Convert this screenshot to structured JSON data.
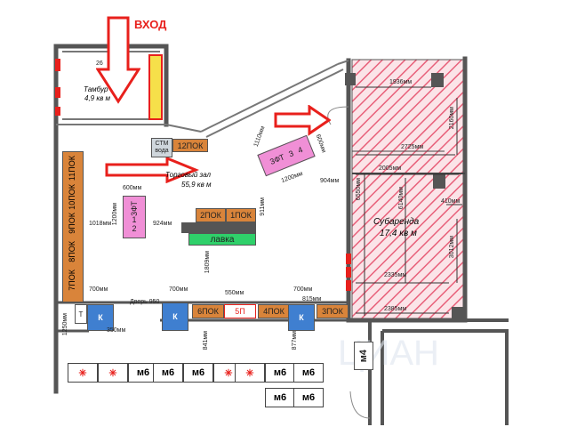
{
  "entrance_label": "ВХОД",
  "rooms": {
    "vestibule": {
      "name": "Тамбур",
      "area": "4,9 кв м"
    },
    "sales_hall": {
      "name": "Торговый зал",
      "area": "55,9 кв м"
    },
    "sublease": {
      "name": "Субаренда",
      "area": "17,4 кв м"
    }
  },
  "equipment": {
    "stm_water": [
      "СТМ",
      "вода"
    ],
    "p12": "12ПОК",
    "p3f34": [
      "3ФТ",
      "3",
      "4"
    ],
    "p2": "2ПОК",
    "p1": "1ПОК",
    "lavka": "лавка",
    "pf12": [
      "3ФТ",
      "1",
      "2"
    ],
    "left_column": [
      "11ПОК",
      "10ПОК",
      "9ПОК",
      "8ПОК",
      "7ПОК"
    ],
    "p6": "6ПОК",
    "p4": "4ПОК",
    "p3": "3ПОК",
    "p5": "5П",
    "k_label": "К",
    "t_label": "Т",
    "m4": "м4",
    "m6": "м6"
  },
  "dimensions": {
    "d26": "26",
    "d1936": "1936мм",
    "d2725": "2725мм",
    "d2160": "2160мм",
    "d2005": "2005мм",
    "d410": "410мм",
    "d6550": "6550мм",
    "d6140": "6140мм",
    "d3012": "3012мм",
    "d2335": "2335мм",
    "d2385": "2385мм",
    "d600a": "600мм",
    "d1018": "1018мм",
    "d1200a": "1200мм",
    "d924": "924мм",
    "d911": "911мм",
    "d1809": "1809мм",
    "d1110": "1110мм",
    "d600b": "600мм",
    "d1200b": "1200мм",
    "d904": "904мм",
    "d700a": "700мм",
    "d700b": "700мм",
    "d700c": "700мм",
    "d550": "550мм",
    "d815": "815мм",
    "door": "Дверь 950",
    "d350": "350мм",
    "d1250": "1250мм",
    "d841": "841мм",
    "d877": "877мм"
  },
  "colors": {
    "accent_red": "#e8201c",
    "equipment_orange": "#d9843a",
    "equipment_pink": "#f08fd6",
    "equipment_blue": "#3f7fd0",
    "lavka_green": "#2fd06a",
    "hatch_red": "#e8607a"
  }
}
